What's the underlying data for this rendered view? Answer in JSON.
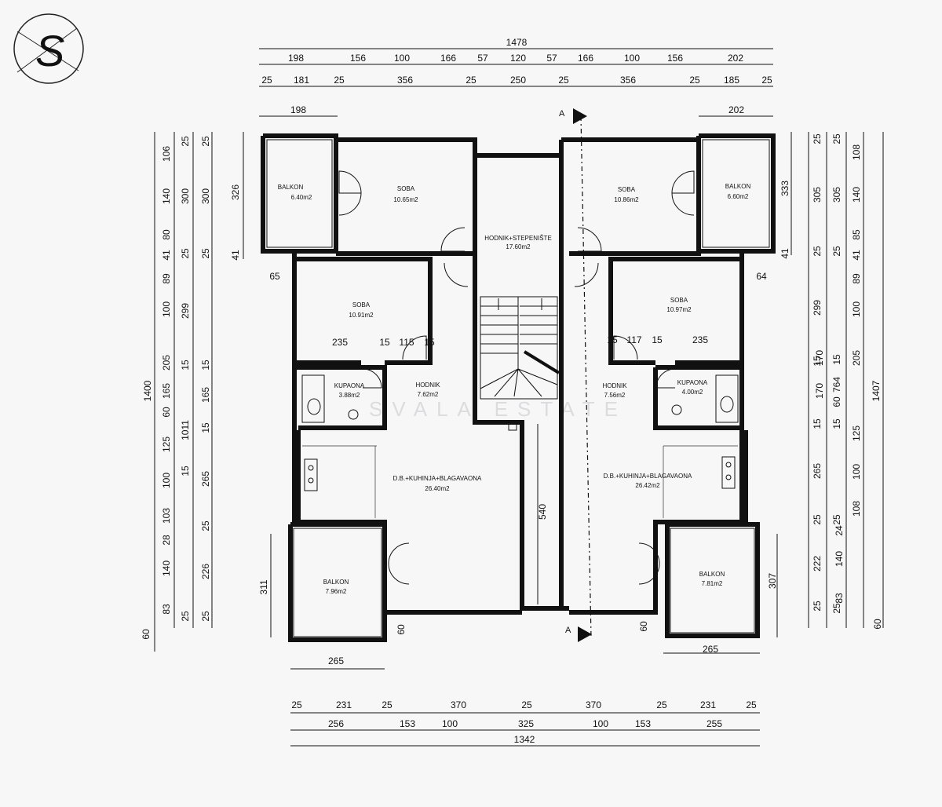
{
  "logo": {
    "letter": "S"
  },
  "watermark": "SVALA ESTATE",
  "section_marker": {
    "label": "A"
  },
  "dims": {
    "top_total": "1478",
    "top_row1": [
      "198",
      "156",
      "100",
      "166",
      "57",
      "120",
      "57",
      "166",
      "100",
      "156",
      "202"
    ],
    "top_row2": [
      "25",
      "181",
      "25",
      "356",
      "25",
      "250",
      "25",
      "356",
      "25",
      "185",
      "25"
    ],
    "top_left_balcony": "198",
    "top_right_balcony": "202",
    "left_total": "1400",
    "left_row1": [
      "106",
      "140",
      "80",
      "41",
      "89",
      "100",
      "205",
      "165",
      "60",
      "125",
      "100",
      "103",
      "28",
      "140",
      "83",
      "60"
    ],
    "left_row2": [
      "25",
      "300",
      "25",
      "299",
      "15",
      "1011",
      "15",
      "265",
      "25",
      "226",
      "25"
    ],
    "left_row3": [
      "25",
      "300",
      "25",
      "15",
      "165",
      "15",
      "25",
      "25"
    ],
    "left_balcony_top": "326",
    "left_balcony_top_b": "41",
    "left_balcony_bottom": "311",
    "left_small": "65",
    "left_bottom_offset": "60",
    "right_total": "1407",
    "right_row1": [
      "108",
      "140",
      "85",
      "41",
      "89",
      "100",
      "205",
      "170",
      "60",
      "125",
      "100",
      "108",
      "24",
      "140",
      "83",
      "60"
    ],
    "right_row2": [
      "25",
      "305",
      "25",
      "299",
      "15",
      "764",
      "15",
      "265",
      "25",
      "222",
      "25"
    ],
    "right_row3": [
      "25",
      "305",
      "25",
      "15",
      "170",
      "15",
      "25",
      "25"
    ],
    "right_balcony_top": "333",
    "right_balcony_top_b": "41",
    "right_balcony_bottom": "307",
    "right_small": "64",
    "right_bottom_offset": "60",
    "inner_left": [
      "235",
      "15",
      "115",
      "15"
    ],
    "inner_right": [
      "15",
      "117",
      "15",
      "235"
    ],
    "corridor_depth": "540",
    "bottom_balcony_left": "265",
    "bottom_balcony_right": "265",
    "bottom_row1": [
      "25",
      "231",
      "25",
      "370",
      "25",
      "370",
      "25",
      "231",
      "25"
    ],
    "bottom_row2": [
      "256",
      "153",
      "100",
      "325",
      "100",
      "153",
      "255"
    ],
    "bottom_total": "1342"
  },
  "rooms": {
    "balkon_tl": {
      "name": "BALKON",
      "area": "6.40m2"
    },
    "soba_tl": {
      "name": "SOBA",
      "area": "10.65m2"
    },
    "hodnik_stair": {
      "name": "HODNIK+STEPENIŠTE",
      "area": "17.60m2"
    },
    "soba_tr": {
      "name": "SOBA",
      "area": "10.86m2"
    },
    "balkon_tr": {
      "name": "BALKON",
      "area": "6.60m2"
    },
    "soba_ml": {
      "name": "SOBA",
      "area": "10.91m2"
    },
    "soba_mr": {
      "name": "SOBA",
      "area": "10.97m2"
    },
    "kup_l": {
      "name": "KUPAONA",
      "area": "3.88m2"
    },
    "hod_l": {
      "name": "HODNIK",
      "area": "7.62m2"
    },
    "hod_r": {
      "name": "HODNIK",
      "area": "7.56m2"
    },
    "kup_r": {
      "name": "KUPAONA",
      "area": "4.00m2"
    },
    "kitchen_l": {
      "name": "D.B.+KUHINJA+BLAGAVAONA",
      "area": "26.40m2"
    },
    "kitchen_r": {
      "name": "D.B.+KUHINJA+BLAGAVAONA",
      "area": "26.42m2"
    },
    "balkon_bl": {
      "name": "BALKON",
      "area": "7.96m2"
    },
    "balkon_br": {
      "name": "BALKON",
      "area": "7.81m2"
    }
  }
}
